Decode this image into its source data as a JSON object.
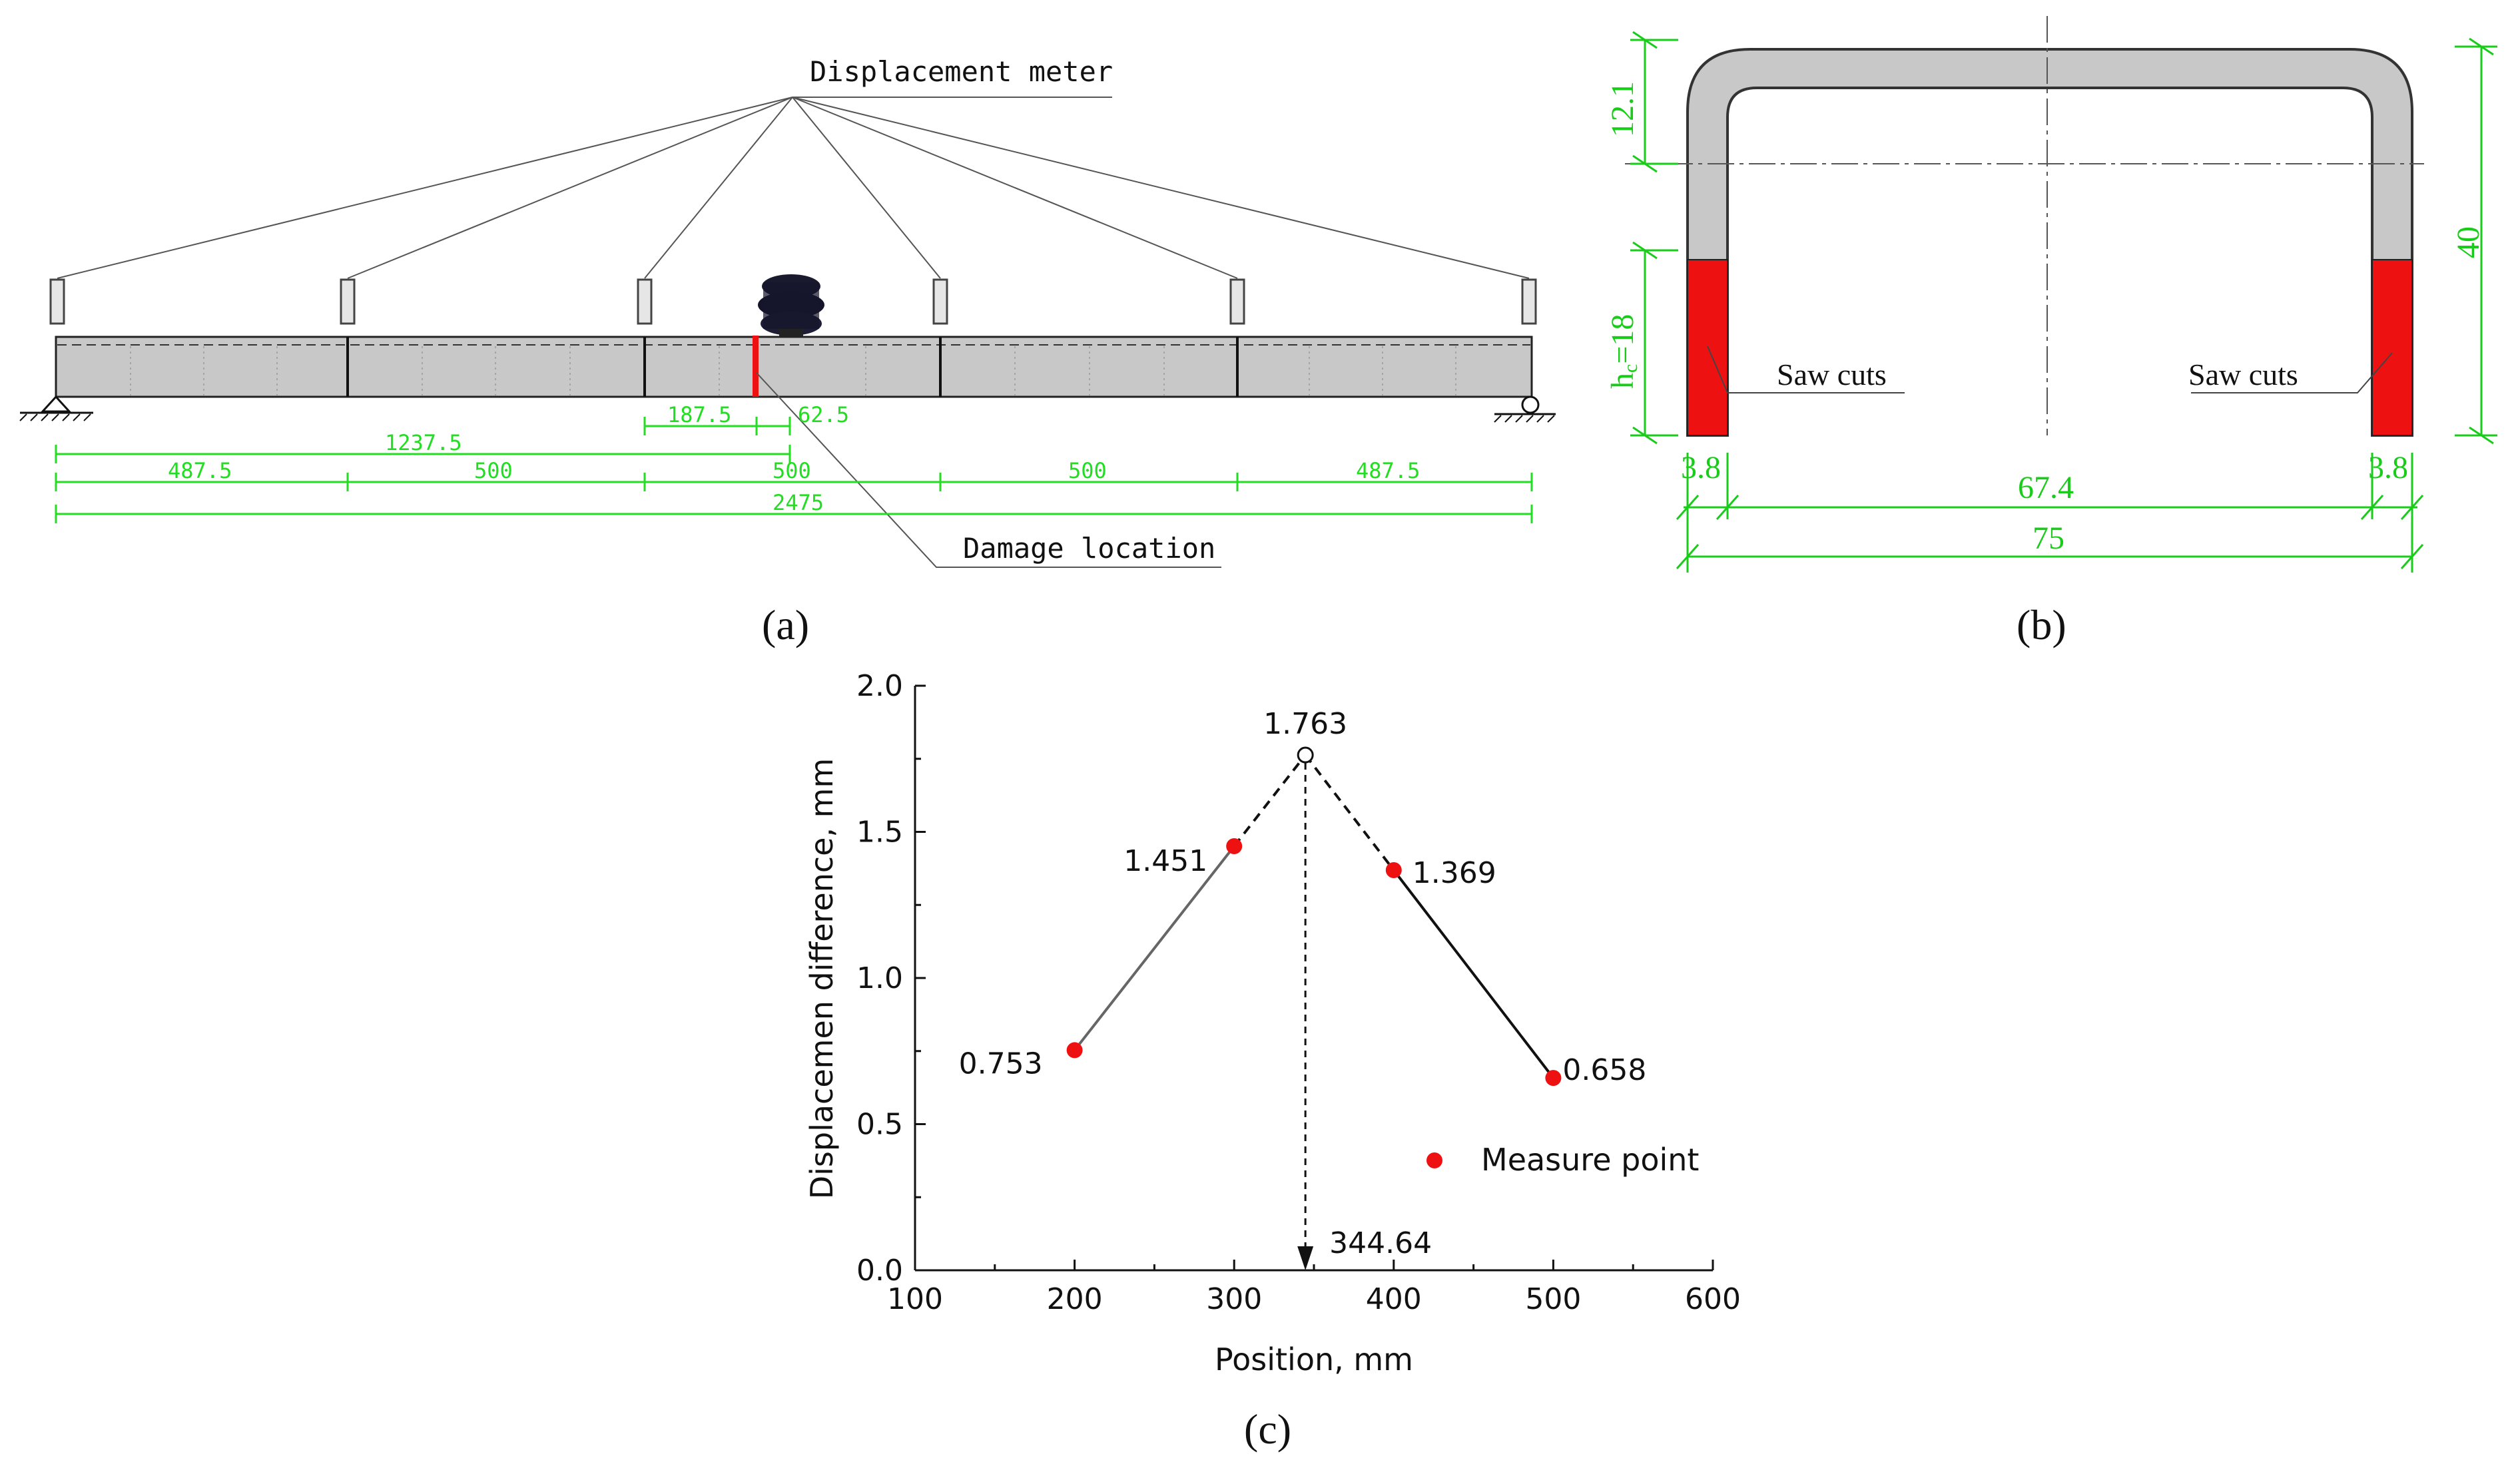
{
  "panel_a": {
    "label": "(a)",
    "displacement_meter": "Displacement meter",
    "damage_location": "Damage location",
    "dims": {
      "d_187": "187.5",
      "d_62": "62.5",
      "d_1237": "1237.5",
      "d_487a": "487.5",
      "d_500a": "500",
      "d_500b": "500",
      "d_500c": "500",
      "d_487b": "487.5",
      "d_2475": "2475"
    }
  },
  "panel_b": {
    "label": "(b)",
    "h12": "12.1",
    "hc": "h",
    "hc_sub": "c",
    "hc_val": "=18",
    "h40": "40",
    "saw_left": "Saw cuts",
    "saw_right": "Saw cuts",
    "w38a": "3.8",
    "w674": "67.4",
    "w38b": "3.8",
    "w75": "75"
  },
  "panel_c": {
    "label": "(c)"
  },
  "colors": {
    "green": "#22dd22",
    "red": "#ee1111",
    "beam": "#c8c8c8"
  },
  "chart_data": {
    "type": "scatter",
    "xlabel": "Position, mm",
    "ylabel": "Displacemen difference, mm",
    "xlim": [
      100,
      600
    ],
    "ylim": [
      0.0,
      2.0
    ],
    "xticks": [
      "100",
      "200",
      "300",
      "400",
      "500",
      "600"
    ],
    "yticks": [
      "0.0",
      "0.5",
      "1.0",
      "1.5",
      "2.0"
    ],
    "legend": "Measure point",
    "legend_position": "right-middle",
    "series": [
      {
        "name": "Measure point",
        "x": [
          200,
          300,
          400,
          500
        ],
        "y": [
          0.753,
          1.451,
          1.369,
          0.658
        ],
        "labels": [
          "0.753",
          "1.451",
          "1.369",
          "0.658"
        ]
      }
    ],
    "peak": {
      "x": 344.64,
      "y": 1.763,
      "label": "1.763",
      "x_label": "344.64"
    }
  }
}
